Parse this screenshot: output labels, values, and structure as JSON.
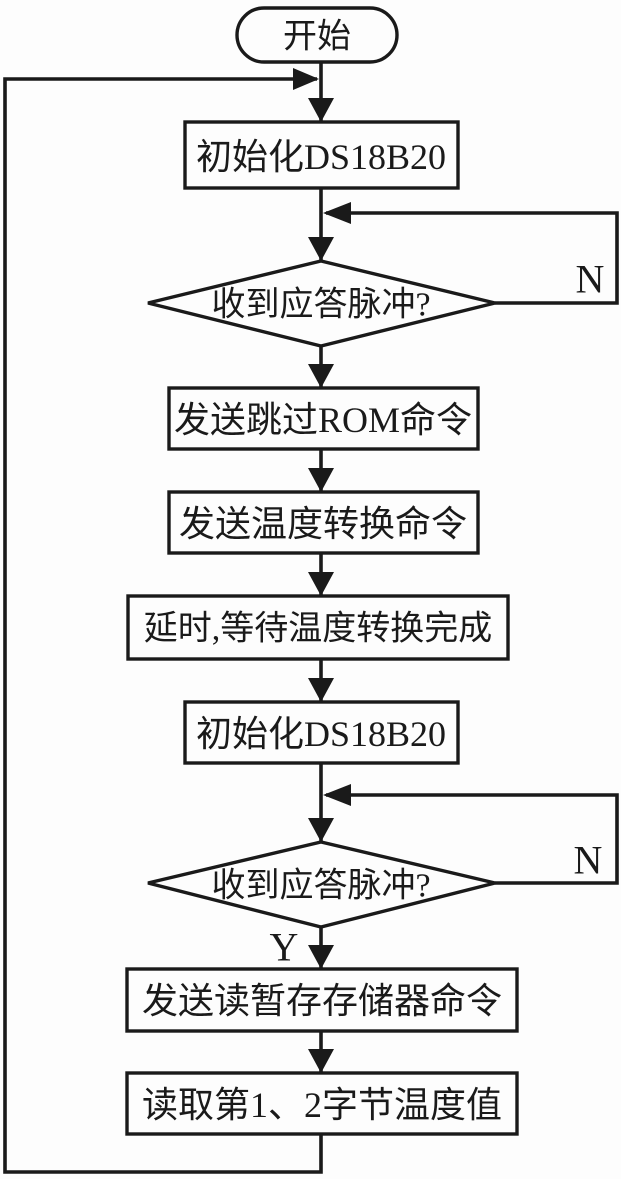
{
  "flowchart": {
    "description": "DS18B20 temperature measurement flow chart",
    "colors": {
      "ink": "#1a1a1a",
      "background": "#fdfdfd"
    },
    "nodes": {
      "start": {
        "type": "terminator",
        "label": "开始"
      },
      "init1": {
        "type": "process",
        "label": "初始化DS18B20"
      },
      "check_ack1": {
        "type": "decision",
        "label": "收到应答脉冲?"
      },
      "skip_rom": {
        "type": "process",
        "label": "发送跳过ROM命令"
      },
      "conv_cmd": {
        "type": "process",
        "label": "发送温度转换命令"
      },
      "delay_wait": {
        "type": "process",
        "label": "延时,等待温度转换完成"
      },
      "init2": {
        "type": "process",
        "label": "初始化DS18B20"
      },
      "check_ack2": {
        "type": "decision",
        "label": "收到应答脉冲?"
      },
      "read_cmd": {
        "type": "process",
        "label": "发送读暂存存储器命令"
      },
      "read_temp": {
        "type": "process",
        "label": "读取第1、2字节温度值"
      }
    },
    "branch_labels": {
      "no1": "N",
      "no2": "N",
      "yes2": "Y"
    }
  }
}
